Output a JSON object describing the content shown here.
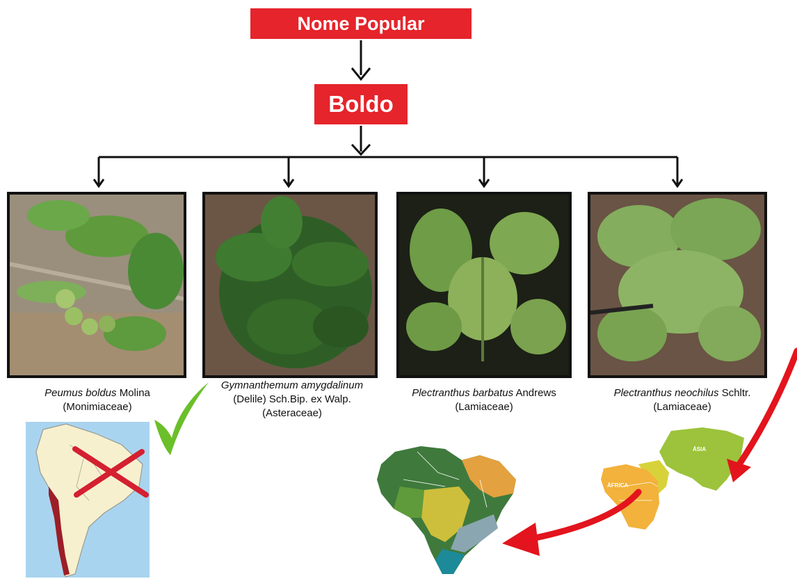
{
  "root": {
    "label": "Nome Popular"
  },
  "popular_name": {
    "label": "Boldo"
  },
  "species": [
    {
      "genus_species": "Peumus boldus",
      "author": "Molina",
      "family": "(Monimiaceae)"
    },
    {
      "genus_species": "Gymnanthemum amygdalinum",
      "author_line": "(Delile) Sch.Bip. ex Walp.",
      "family": "(Asteraceae)"
    },
    {
      "genus_species": "Plectranthus barbatus",
      "author": "Andrews",
      "family": "(Lamiaceae)"
    },
    {
      "genus_species": "Plectranthus neochilus",
      "author": "Schltr.",
      "family": "(Lamiaceae)"
    }
  ],
  "map_labels": {
    "asia": "ÁSIA",
    "africa": "ÁFRICA"
  },
  "colors": {
    "box_red": "#e5242b",
    "check_green": "#6bbf2a",
    "cross_red": "#d42030",
    "arrow_red": "#e3141d"
  }
}
